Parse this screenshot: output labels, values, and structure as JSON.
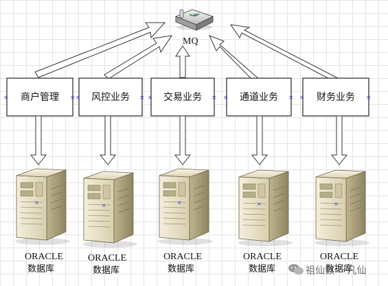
{
  "mq": {
    "label": "MQ",
    "icon": "message-queue-router-icon"
  },
  "services": [
    {
      "id": "merchant",
      "label": "商户管理"
    },
    {
      "id": "risk",
      "label": "风控业务"
    },
    {
      "id": "trade",
      "label": "交易业务"
    },
    {
      "id": "channel",
      "label": "通道业务"
    },
    {
      "id": "finance",
      "label": "财务业务"
    }
  ],
  "databases": [
    {
      "title": "ORACLE",
      "subtitle": "数据库",
      "icon": "database-server-icon"
    },
    {
      "title": "ORACLE",
      "subtitle": "数据库",
      "icon": "database-server-icon"
    },
    {
      "title": "ORACLE",
      "subtitle": "数据库",
      "icon": "database-server-icon"
    },
    {
      "title": "ORACLE",
      "subtitle": "数据库",
      "icon": "database-server-icon"
    },
    {
      "title": "ORACLE",
      "subtitle": "数据库",
      "icon": "database-server-icon"
    }
  ],
  "watermark": {
    "text": "祖仙数·一凡仙",
    "icon": "wechat-icon"
  }
}
